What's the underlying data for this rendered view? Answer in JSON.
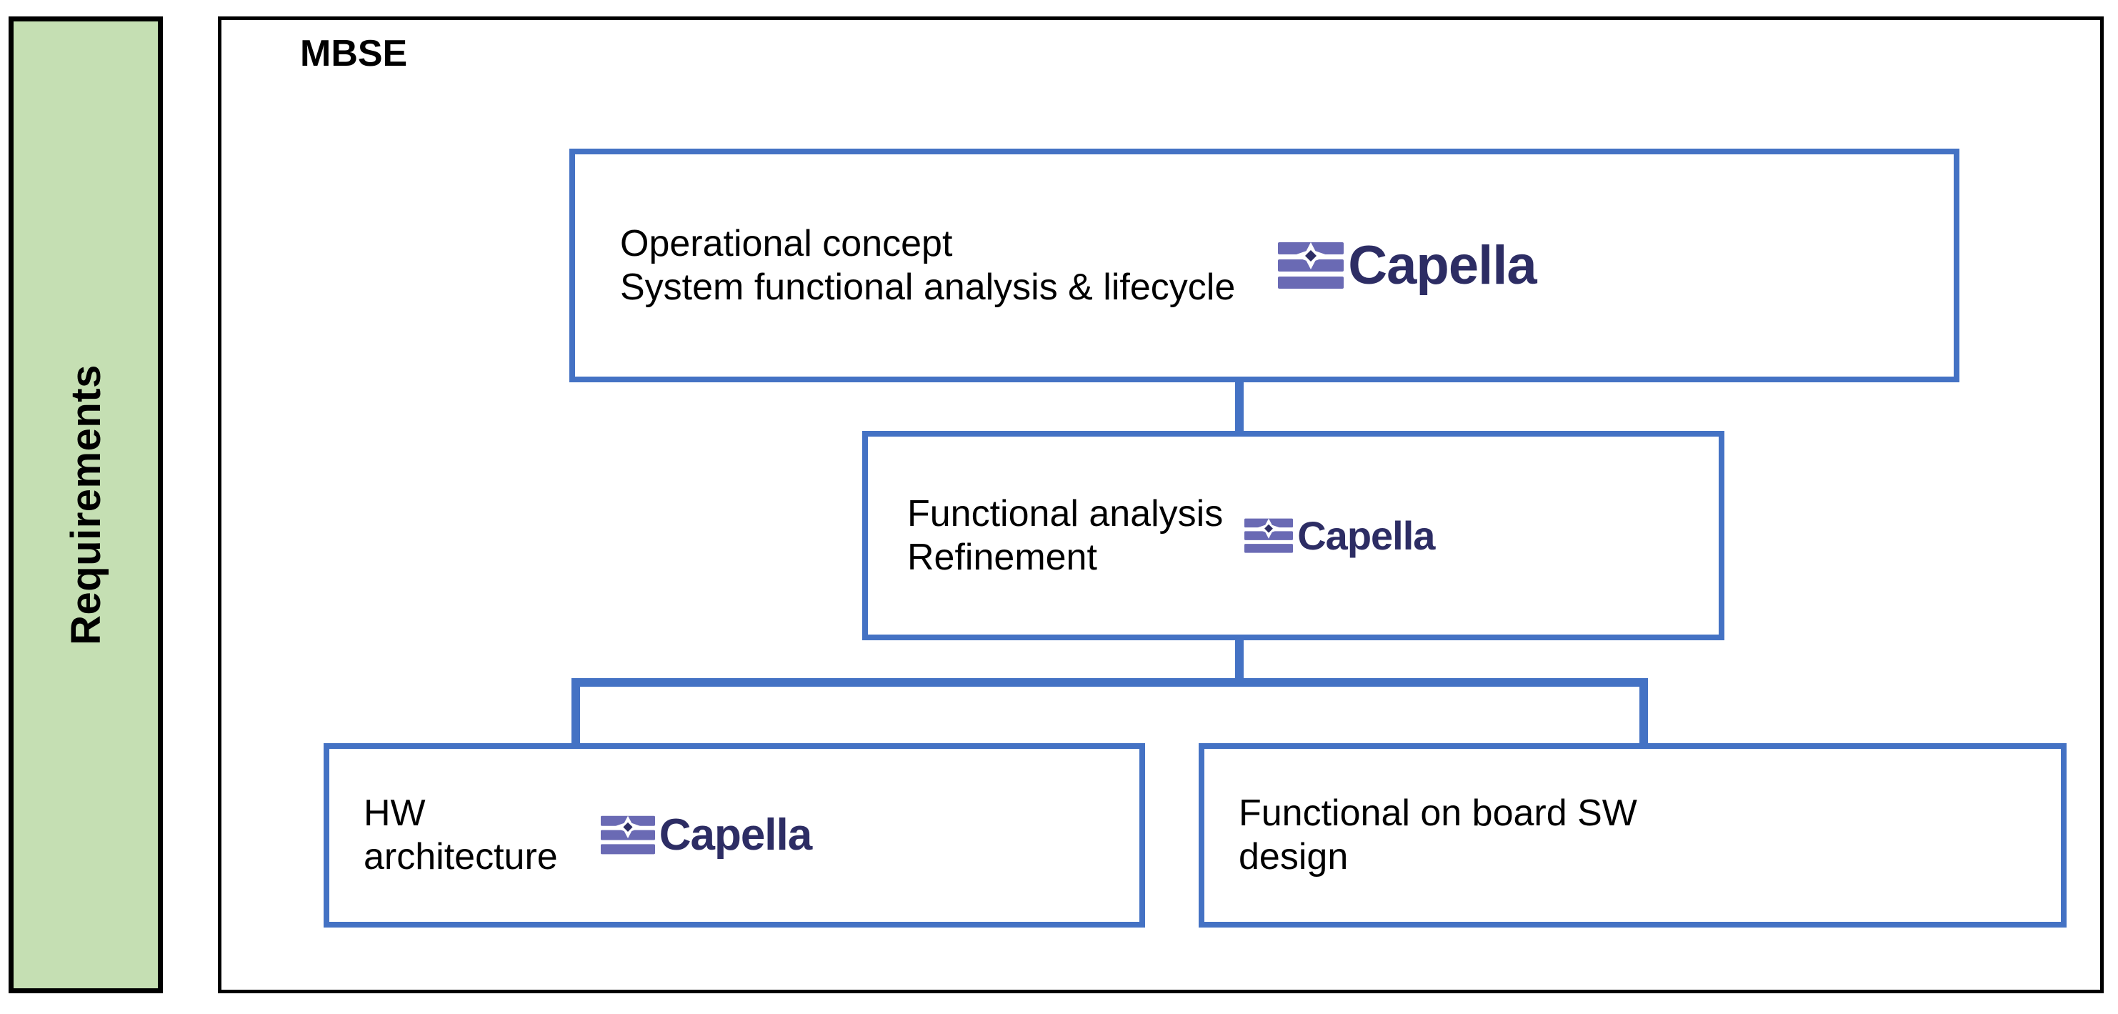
{
  "sidebar": {
    "label": "Requirements",
    "fill_color": "#c5dfb3",
    "border_color": "#000000"
  },
  "frame": {
    "title": "MBSE",
    "border_color": "#000000"
  },
  "theme": {
    "box_border_color": "#4472c4",
    "connector_color": "#4472c4",
    "logo_mark_color": "#6a6ab4",
    "logo_word_color": "#2d2d64",
    "text_color": "#000000",
    "background": "#ffffff"
  },
  "diagram": {
    "type": "flow-hierarchy",
    "boxes": [
      {
        "id": "operational-concept",
        "text": "Operational concept\nSystem functional analysis & lifecycle",
        "logo": "Capella",
        "has_logo": true
      },
      {
        "id": "functional-analysis",
        "text": "Functional analysis\n Refinement",
        "logo": "Capella",
        "has_logo": true
      },
      {
        "id": "hw-architecture",
        "text": "HW\narchitecture",
        "logo": "Capella",
        "has_logo": true
      },
      {
        "id": "onboard-sw",
        "text": "Functional on board SW\ndesign",
        "logo": "",
        "has_logo": false
      }
    ],
    "connections": [
      {
        "from": "operational-concept",
        "to": "functional-analysis"
      },
      {
        "from": "functional-analysis",
        "to": "hw-architecture"
      },
      {
        "from": "functional-analysis",
        "to": "onboard-sw"
      }
    ]
  }
}
